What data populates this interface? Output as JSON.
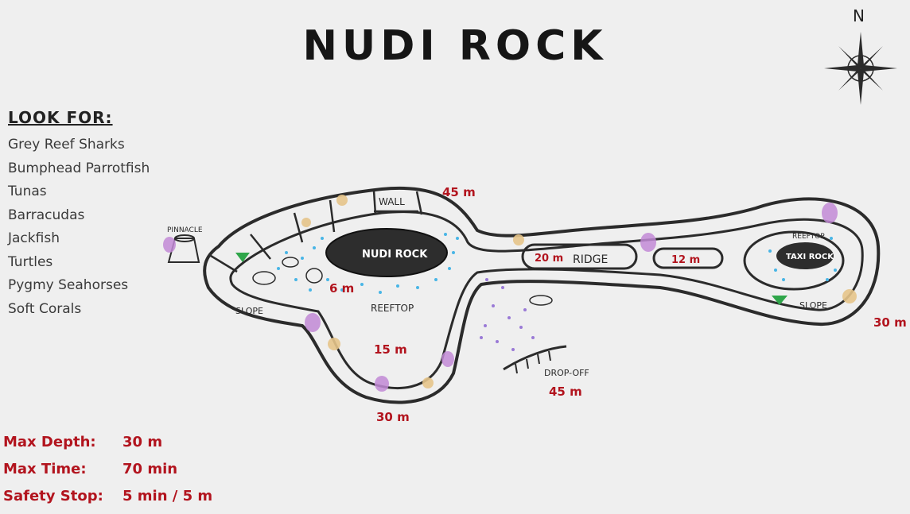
{
  "title": "NUDI ROCK",
  "compass": {
    "north_label": "N",
    "icon": "compass-rose-icon"
  },
  "legend": {
    "heading": "LOOK FOR:",
    "items": [
      "Grey Reef Sharks",
      "Bumphead Parrotfish",
      "Tunas",
      "Barracudas",
      "Jackfish",
      "Turtles",
      "Pygmy Seahorses",
      "Soft Corals"
    ]
  },
  "stats": [
    {
      "label": "Max Depth:",
      "value": "30 m"
    },
    {
      "label": "Max Time:",
      "value": "70 min"
    },
    {
      "label": "Safety Stop:",
      "value": "5 min / 5 m"
    }
  ],
  "map": {
    "areas": {
      "pinnacle": "PINNACLE",
      "wall": "WALL",
      "main_rock": "NUDI ROCK",
      "reeftop_left": "REEFTOP",
      "slope_left": "SLOPE",
      "ridge": "RIDGE",
      "reeftop_right": "REEFTOP",
      "small_rock": "TAXI ROCK",
      "slope_right": "SLOPE",
      "dropoff": "DROP-OFF"
    },
    "depths": {
      "wall_top": "45 m",
      "reeftop_shallow": "6 m",
      "lagoon": "15 m",
      "bottom": "30 m",
      "ridge_left": "20 m",
      "ridge_right": "12 m",
      "east_end": "30 m",
      "dropoff": "45 m"
    },
    "colors": {
      "reef_outline": "#2b2b2b",
      "rock_fill": "#2d2d2d",
      "depth_text": "#b2141e",
      "water_dots": "#48b5e6",
      "dropoff_dots": "#9a7ad6",
      "fan_coral": "#c28ad6",
      "soft_coral": "#e6c48a",
      "green_coral": "#2fa64a"
    }
  }
}
